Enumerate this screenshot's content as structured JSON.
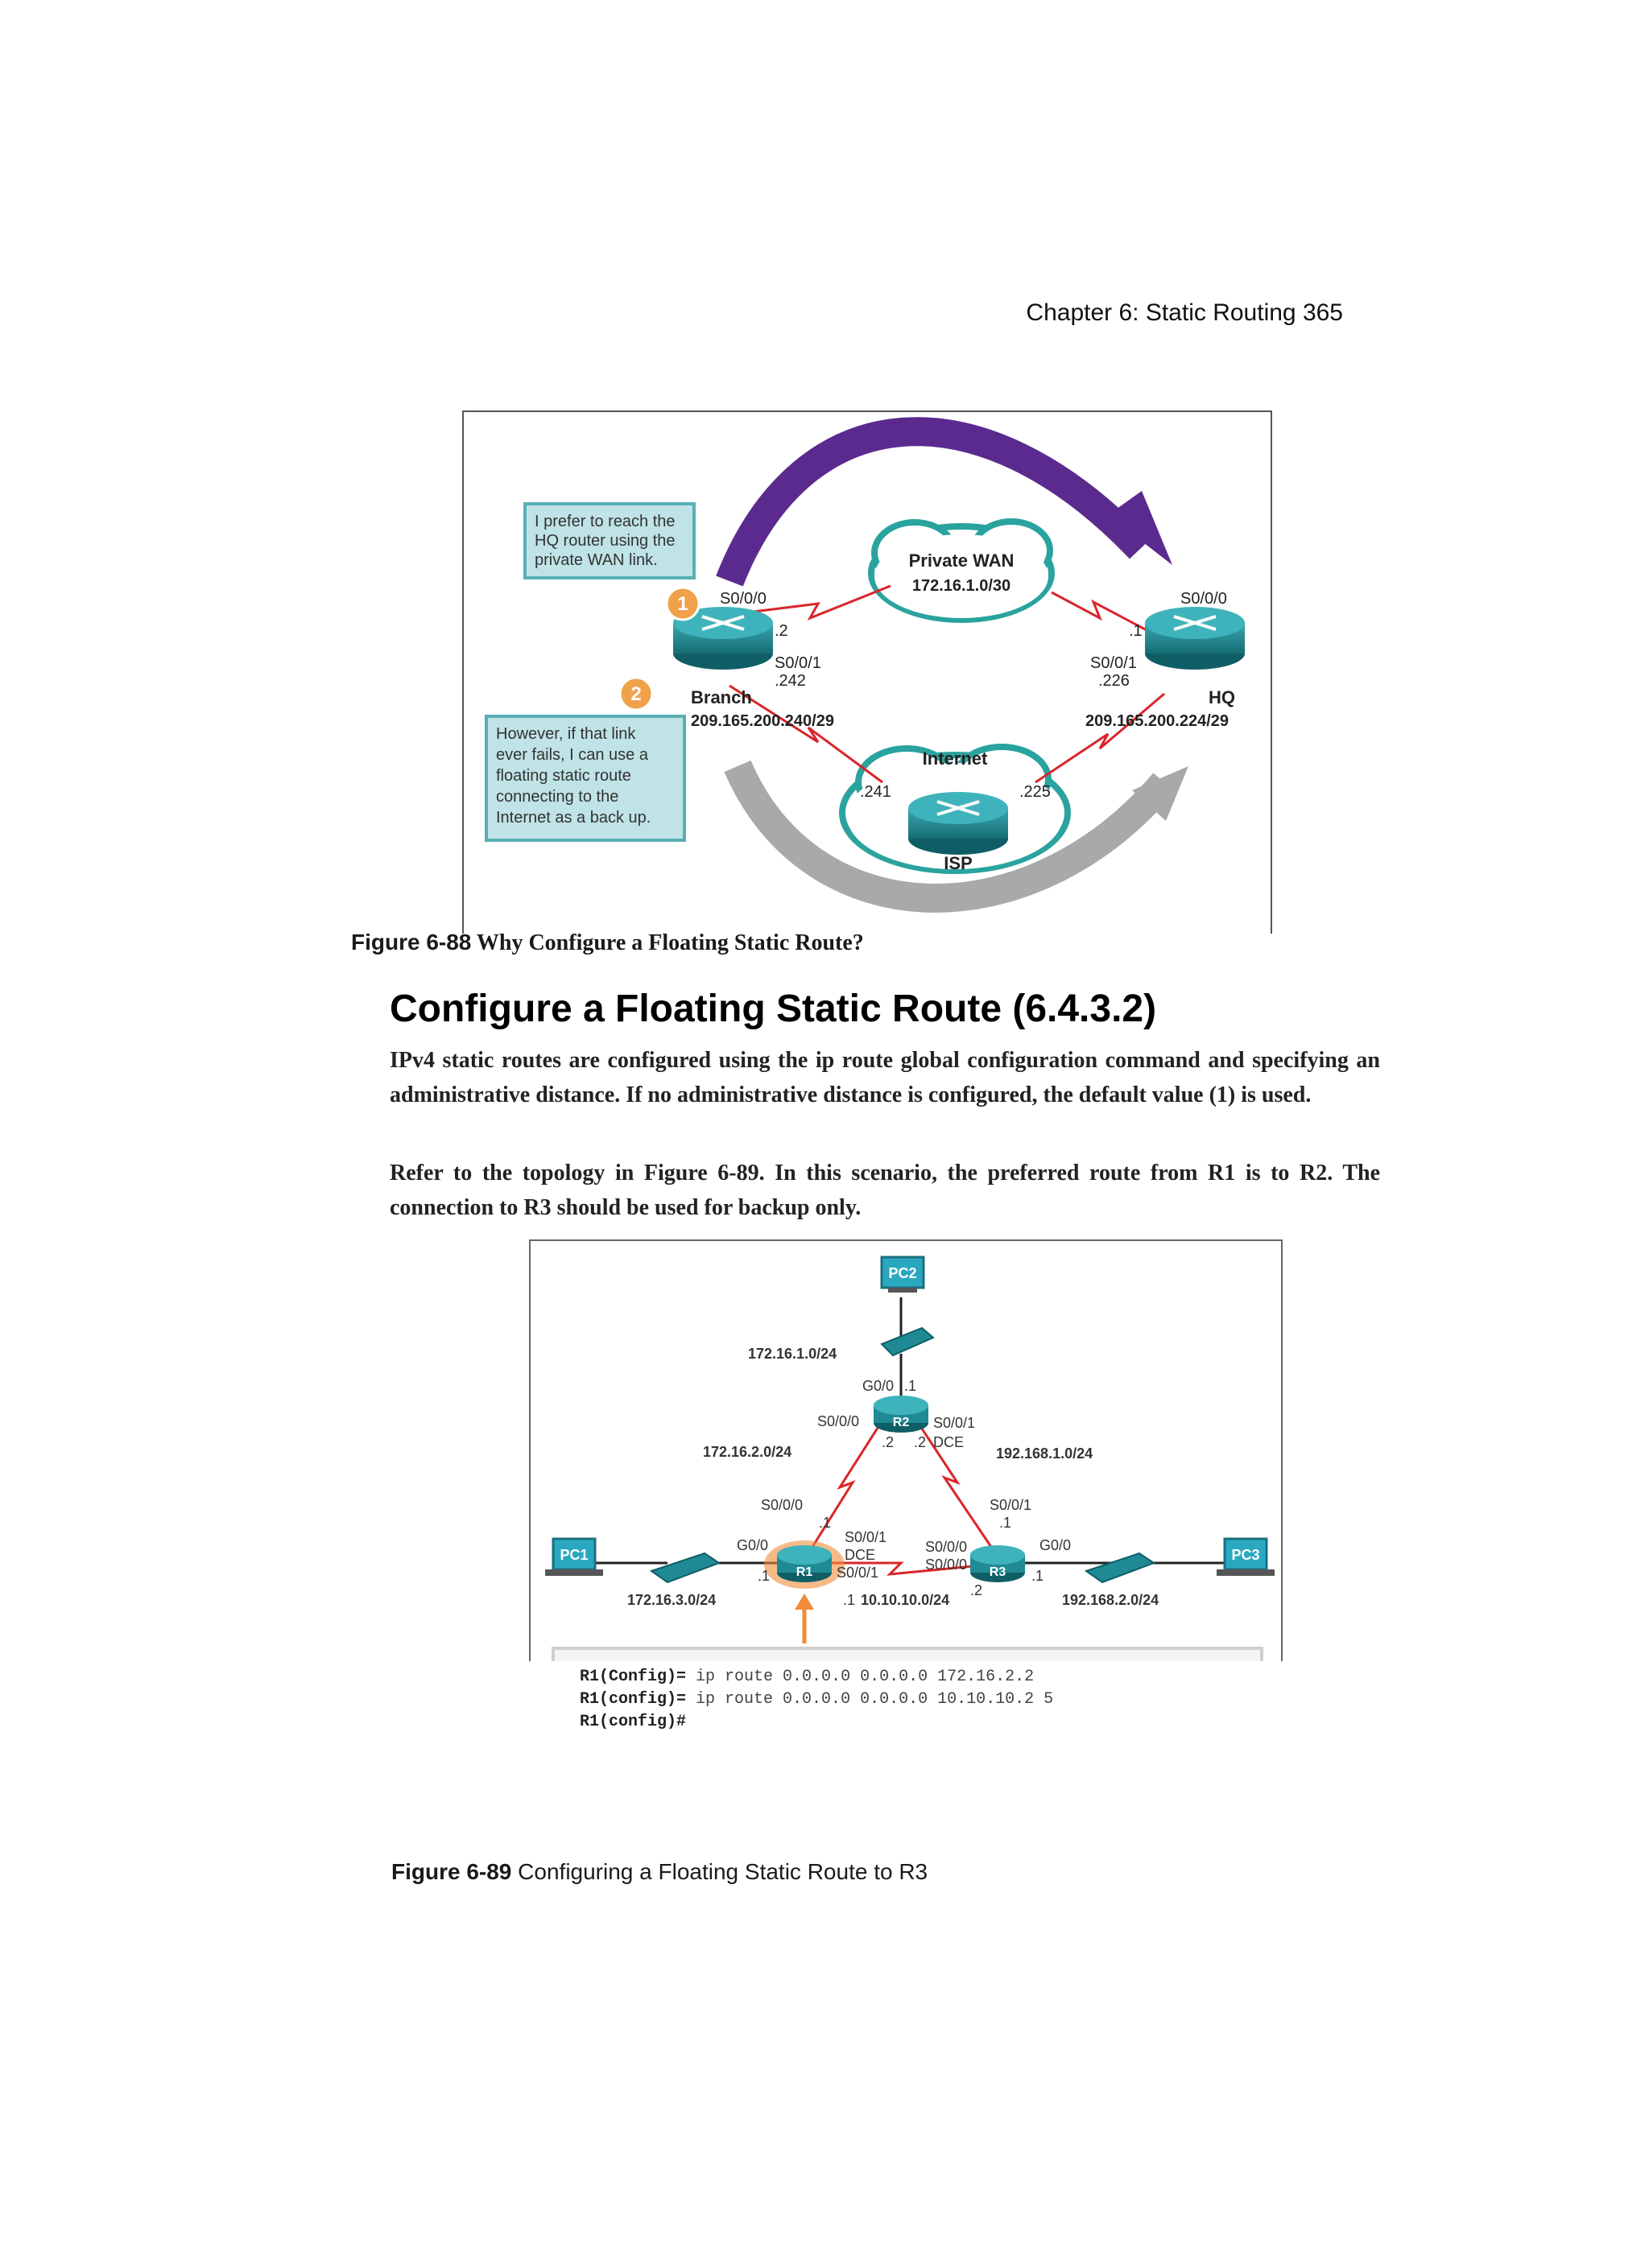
{
  "running_head": "Chapter 6: Static Routing 365",
  "figure1": {
    "callout1_lines": [
      "I prefer to reach the",
      "HQ router using the",
      "private WAN link."
    ],
    "callout2_lines": [
      "However, if that link",
      "ever fails, I can use a",
      "floating static route",
      "connecting to the",
      "Internet as a back up."
    ],
    "step1": "1",
    "step2": "2",
    "private_wan": "Private WAN",
    "private_wan_net": "172.16.1.0/30",
    "internet": "Internet",
    "isp": "ISP",
    "branch": "Branch",
    "hq": "HQ",
    "branch_s000": "S0/0/0",
    "branch_s000_ip": ".2",
    "branch_s001": "S0/0/1",
    "branch_s001_ip": ".242",
    "branch_net": "209.165.200.240/29",
    "hq_s000": "S0/0/0",
    "hq_s000_ip": ".1",
    "hq_s001": "S0/0/1",
    "hq_s001_ip": ".226",
    "hq_net": "209.165.200.224/29",
    "isp_left_ip": ".241",
    "isp_right_ip": ".225"
  },
  "caption1": {
    "label": "Figure 6-88",
    "text": " Why Configure a Floating Static Route?"
  },
  "section_heading": "Configure a Floating Static Route (6.4.3.2)",
  "paragraph1": "IPv4 static routes are configured using the ip route global configuration command and specifying an administrative distance. If no administrative distance is configured, the default value (1) is used.",
  "paragraph2": "Refer to the topology in Figure 6-89. In this scenario, the preferred route from R1 is to R2. The connection to R3 should be used for backup only.",
  "figure2": {
    "pc1": "PC1",
    "pc2": "PC2",
    "pc3": "PC3",
    "r1": "R1",
    "r2": "R2",
    "r3": "R3",
    "net_r2_lan": "172.16.1.0/24",
    "net_r1_r2": "172.16.2.0/24",
    "net_r2_r3": "192.168.1.0/24",
    "net_r1_lan": "172.16.3.0/24",
    "net_r1_r3": "10.10.10.0/24",
    "net_r3_lan": "192.168.2.0/24",
    "r2_g00": "G0/0",
    "r2_g00_ip": ".1",
    "r2_s000": "S0/0/0",
    "r2_s000_ip": ".2",
    "r2_s001": "S0/0/1",
    "r2_s001_ip": ".2",
    "r2_dce": "DCE",
    "r1_s000": "S0/0/0",
    "r1_s000_ip": ".1",
    "r1_g00": "G0/0",
    "r1_g00_ip": ".1",
    "r1_s001": "S0/0/1",
    "r1_dce": "DCE",
    "r1_s001b": "S0/0/1",
    "r1_s001_ip": ".1",
    "r3_s001": "S0/0/1",
    "r3_s001_ip": ".1",
    "r3_s000": "S0/0/0",
    "r3_s000b": "S0/0/0",
    "r3_s000_ip": ".2",
    "r3_g00": "G0/0",
    "r3_g00_ip": ".1"
  },
  "cli": [
    {
      "prompt": "R1(Config)=",
      "cmd": " ip route 0.0.0.0 0.0.0.0 172.16.2.2"
    },
    {
      "prompt": "R1(config)=",
      "cmd": " ip route 0.0.0.0 0.0.0.0 10.10.10.2 5"
    },
    {
      "prompt": "R1(config)#",
      "cmd": ""
    }
  ],
  "caption2": {
    "label": "Figure 6-89",
    "text": " Configuring a Floating Static Route to R3"
  },
  "colors": {
    "router": "#1f8a94",
    "callout": "#bfe3e6",
    "arrow_primary": "#5b2a8e",
    "arrow_backup": "#a9a9a9",
    "link": "#d9262b",
    "step_badge": "#f0a24a"
  }
}
